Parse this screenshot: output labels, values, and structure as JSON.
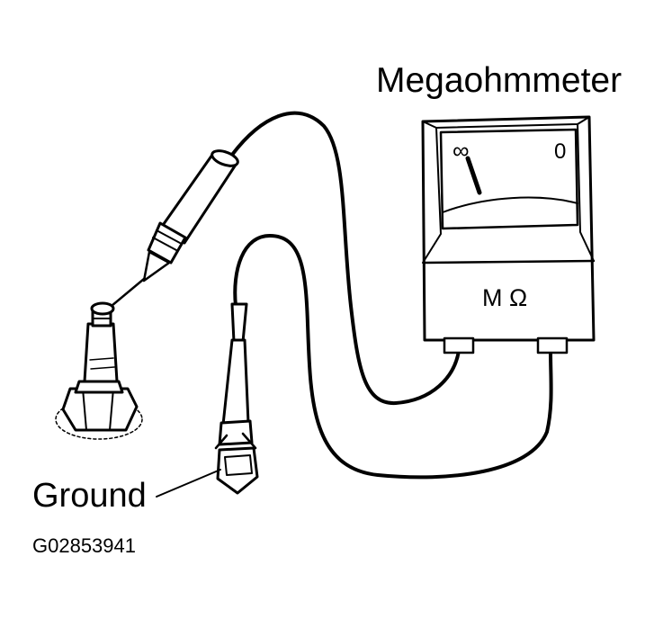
{
  "title": "Megaohmmeter",
  "meter": {
    "scale_left": "∞",
    "scale_right": "0",
    "unit": "M Ω"
  },
  "labels": {
    "ground": "Ground"
  },
  "figure_id": "G02853941",
  "colors": {
    "ink": "#000000",
    "paper": "#ffffff"
  }
}
